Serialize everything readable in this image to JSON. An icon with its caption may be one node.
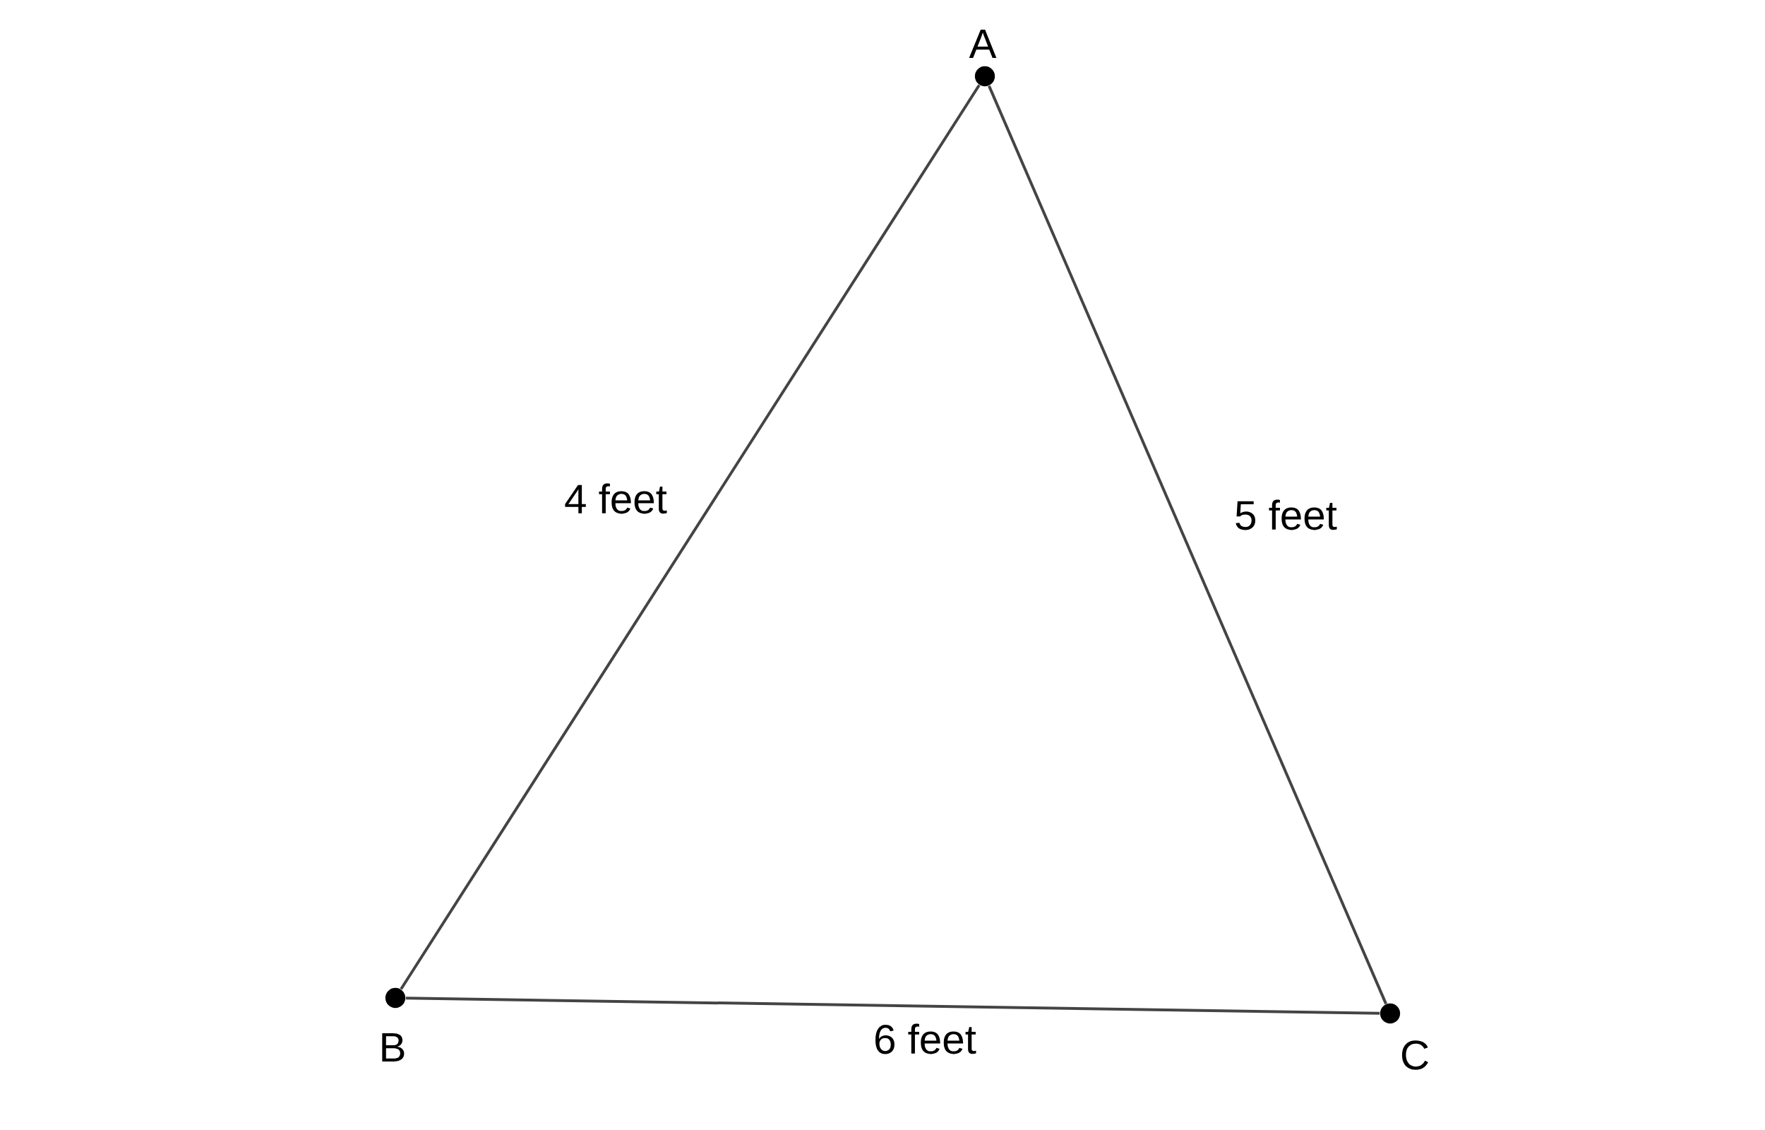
{
  "diagram": {
    "nodes": [
      {
        "text": [
          "A"
        ]
      },
      {
        "text": [
          "B"
        ]
      },
      {
        "text": [
          "C"
        ]
      }
    ],
    "edges": [
      {
        "from": 0,
        "to": 1,
        "arrow": "none",
        "label": "4 feet"
      },
      {
        "from": 0,
        "to": 2,
        "arrow": "none",
        "label": "5 feet"
      },
      {
        "from": 1,
        "to": 2,
        "arrow": "none",
        "label": "6 feet"
      }
    ]
  }
}
